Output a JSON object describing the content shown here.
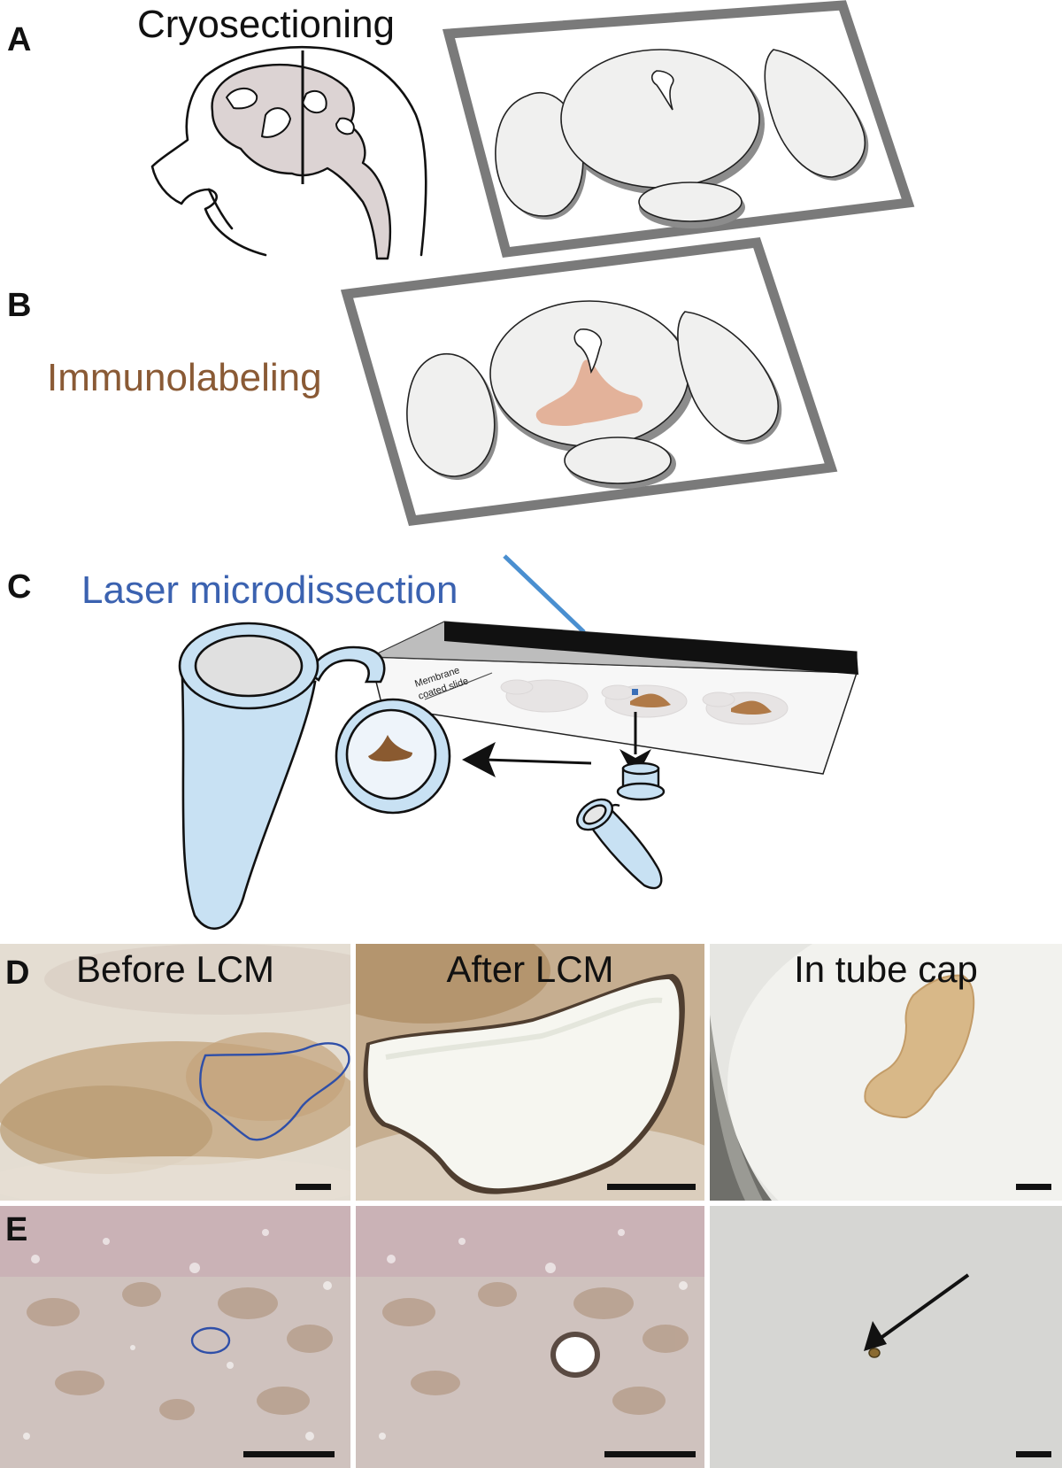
{
  "panels": {
    "a": {
      "letter": "A",
      "label": "Cryosectioning"
    },
    "b": {
      "letter": "B",
      "label": "Immunolabeling"
    },
    "c": {
      "letter": "C",
      "label": "Laser microdissection",
      "slide_text_line1": "Membrane",
      "slide_text_line2": "coated slide"
    },
    "d": {
      "letter": "D",
      "captions": [
        "Before LCM",
        "After LCM",
        "In tube cap"
      ]
    },
    "e": {
      "letter": "E"
    }
  },
  "colors": {
    "section_fill": "#f0f0ef",
    "section_shadow": "#8c8c8c",
    "slide_frame": "#7a7a7a",
    "brain_fill": "#dcd3d3",
    "label_fill": "#e3b29a",
    "tube_fill": "#c8e1f3",
    "laser": "#4a8fd0",
    "laser_label": "#3b62b0",
    "immuno_label": "#8a5a35",
    "tissue_brown": "#8a5a30",
    "outline_blue": "#2f4fa8"
  }
}
